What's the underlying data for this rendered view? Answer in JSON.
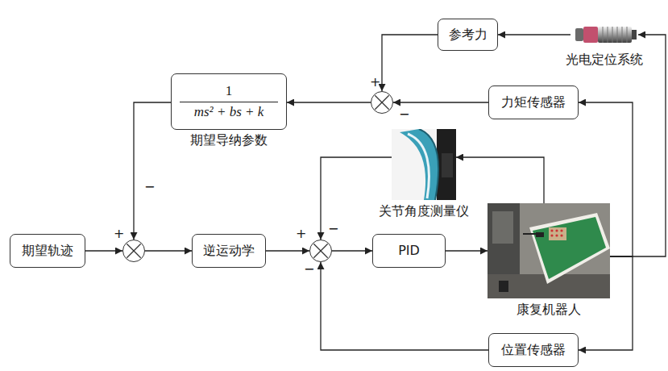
{
  "diagram": {
    "nodes": [
      {
        "text": [
          "参考力"
        ]
      },
      {
        "text": [
          "光电定位系统"
        ]
      },
      {
        "text": [
          "1",
          "ms² + bs + k",
          "期望导纳参数"
        ]
      },
      {
        "text": [
          "+",
          "−"
        ]
      },
      {
        "text": [
          "力矩传感器"
        ]
      },
      {
        "text": [
          "关节角度测量仪"
        ]
      },
      {
        "text": [
          "期望轨迹"
        ]
      },
      {
        "text": [
          "+",
          "−"
        ]
      },
      {
        "text": [
          "逆运动学"
        ]
      },
      {
        "text": [
          "+",
          "−",
          "−"
        ]
      },
      {
        "text": [
          "PID"
        ]
      },
      {
        "text": [
          "康复机器人"
        ]
      },
      {
        "text": [
          "位置传感器"
        ]
      }
    ],
    "edges": [
      {
        "from": 11,
        "to": 1,
        "arrow": "to"
      },
      {
        "from": 1,
        "to": 0,
        "arrow": "to"
      },
      {
        "from": 0,
        "to": 3,
        "arrow": "to"
      },
      {
        "from": 4,
        "to": 3,
        "arrow": "to"
      },
      {
        "from": 3,
        "to": 2,
        "arrow": "to"
      },
      {
        "from": 2,
        "to": 7,
        "arrow": "to"
      },
      {
        "from": 11,
        "to": 4,
        "arrow": "to"
      },
      {
        "from": 11,
        "to": 5,
        "arrow": "to"
      },
      {
        "from": 5,
        "to": 9,
        "arrow": "to"
      },
      {
        "from": 6,
        "to": 7,
        "arrow": "to"
      },
      {
        "from": 7,
        "to": 8,
        "arrow": "to"
      },
      {
        "from": 8,
        "to": 9,
        "arrow": "to"
      },
      {
        "from": 9,
        "to": 10,
        "arrow": "to"
      },
      {
        "from": 10,
        "to": 11,
        "arrow": "to"
      },
      {
        "from": 11,
        "to": 12,
        "arrow": "to"
      },
      {
        "from": 12,
        "to": 9,
        "arrow": "to"
      }
    ]
  }
}
